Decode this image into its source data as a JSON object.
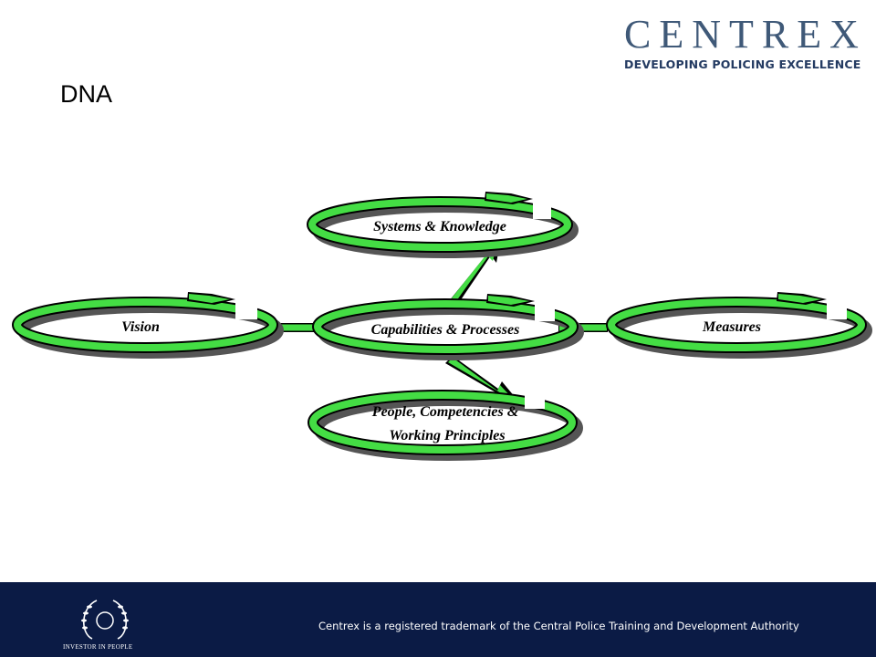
{
  "header": {
    "brand": "CENTREX",
    "tagline": "DEVELOPING POLICING EXCELLENCE",
    "title": "DNA"
  },
  "diagram": {
    "nodes": [
      {
        "id": "vision",
        "label": "Vision"
      },
      {
        "id": "capabilities",
        "label": "Capabilities & Processes"
      },
      {
        "id": "measures",
        "label": "Measures"
      },
      {
        "id": "systems",
        "label": "Systems & Knowledge"
      },
      {
        "id": "people",
        "label_line1": "People, Competencies &",
        "label_line2": "Working Principles"
      }
    ],
    "colors": {
      "ring": "#44dd44",
      "outline": "#000000",
      "shadow": "#555555"
    }
  },
  "footer": {
    "trademark": "Centrex is a registered trademark of the Central Police Training and Development Authority",
    "iip_text": "INVESTOR IN PEOPLE",
    "background": "#0b1b45"
  }
}
